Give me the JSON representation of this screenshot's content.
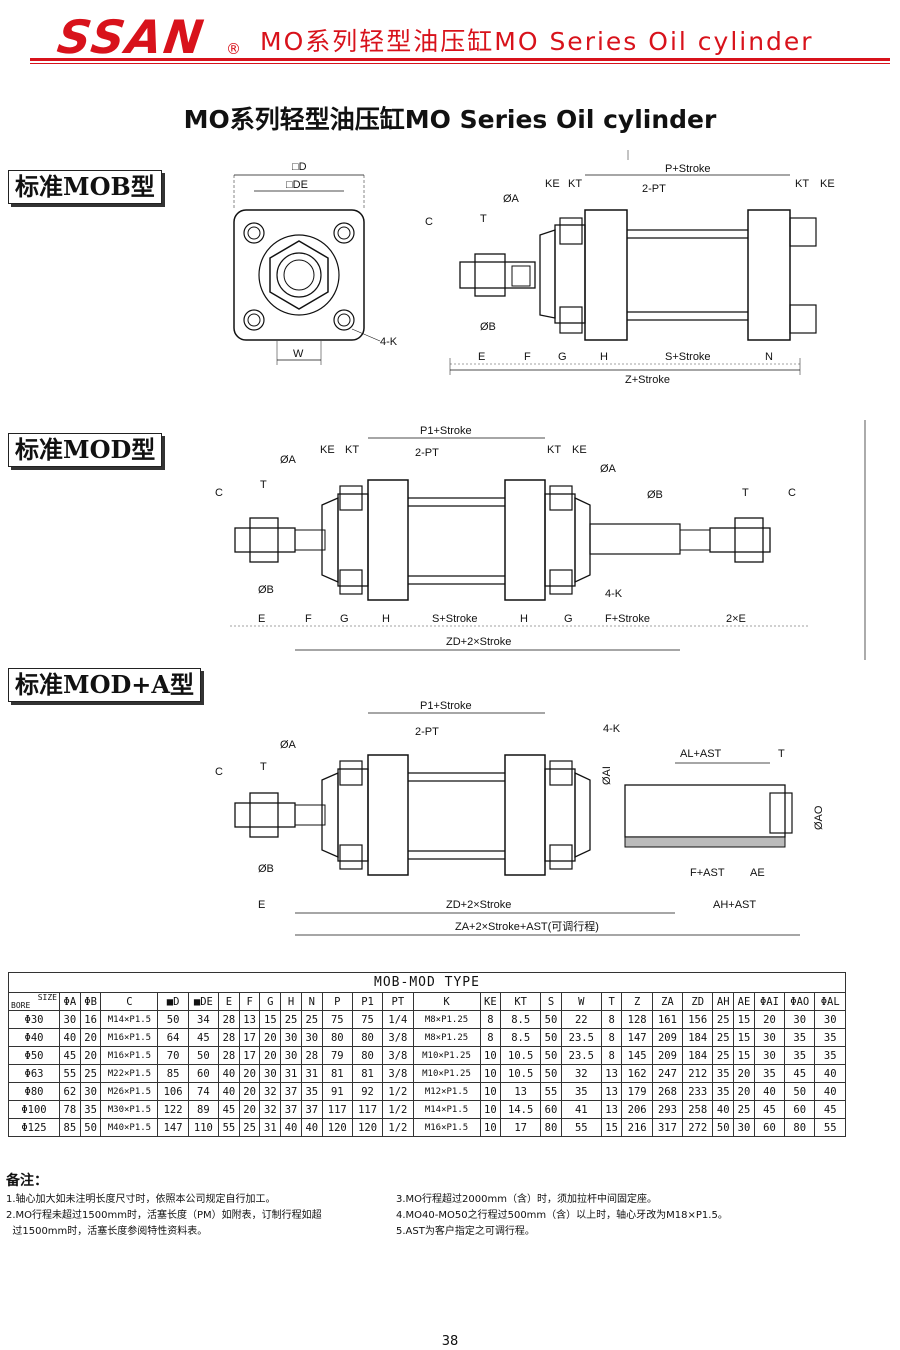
{
  "header": {
    "logo": "SSAN",
    "registered": "®",
    "title": "MO系列轻型油压缸MO Series Oil cylinder"
  },
  "main_title": "MO系列轻型油压缸MO Series Oil cylinder",
  "sections": [
    {
      "label": "标准MOB型"
    },
    {
      "label": "标准MOD型"
    },
    {
      "label": "标准MOD+A型"
    }
  ],
  "diagram_mob": {
    "front": {
      "d": "□D",
      "de": "□DE",
      "w": "W",
      "k": "4-K"
    },
    "side": {
      "c": "C",
      "t": "T",
      "oa": "ØA",
      "ob": "ØB",
      "ke": "KE",
      "kt": "KT",
      "ke2": "KE",
      "kt2": "KT",
      "pt": "2-PT",
      "p": "P+Stroke",
      "e": "E",
      "f": "F",
      "g": "G",
      "h": "H",
      "s": "S+Stroke",
      "n": "N",
      "z": "Z+Stroke"
    }
  },
  "diagram_mod": {
    "c": "C",
    "t": "T",
    "oa": "ØA",
    "ke": "KE",
    "kt": "KT",
    "p1": "P1+Stroke",
    "pt": "2-PT",
    "kt2": "KT",
    "ke2": "KE",
    "oa2": "ØA",
    "ob2": "ØB",
    "t2": "T",
    "c2": "C",
    "ob": "ØB",
    "k": "4-K",
    "e": "E",
    "f": "F",
    "g": "G",
    "h": "H",
    "s": "S+Stroke",
    "h2": "H",
    "g2": "G",
    "fs": "F+Stroke",
    "e2": "2×E",
    "zd": "ZD+2×Stroke"
  },
  "diagram_moda": {
    "c": "C",
    "t": "T",
    "oa": "ØA",
    "p1": "P1+Stroke",
    "pt": "2-PT",
    "k": "4-K",
    "oai": "ØAI",
    "al": "AL+AST",
    "t2": "T",
    "oao": "ØAO",
    "ob": "ØB",
    "fa": "F+AST",
    "ae": "AE",
    "e": "E",
    "zd": "ZD+2×Stroke",
    "ah": "AH+AST",
    "za": "ZA+2×Stroke+AST(可调行程)"
  },
  "table": {
    "title": "MOB-MOD TYPE",
    "size_label": "SIZE",
    "bore_label": "BORE",
    "columns": [
      "ΦA",
      "ΦB",
      "C",
      "■D",
      "■DE",
      "E",
      "F",
      "G",
      "H",
      "N",
      "P",
      "P1",
      "PT",
      "K",
      "KE",
      "KT",
      "S",
      "W",
      "T",
      "Z",
      "ZA",
      "ZD",
      "AH",
      "AE",
      "ΦAI",
      "ΦAO",
      "ΦAL"
    ],
    "rows": [
      [
        "Φ30",
        "30",
        "16",
        "M14×P1.5",
        "50",
        "34",
        "28",
        "13",
        "15",
        "25",
        "25",
        "75",
        "75",
        "1/4",
        "M8×P1.25",
        "8",
        "8.5",
        "50",
        "22",
        "8",
        "128",
        "161",
        "156",
        "25",
        "15",
        "20",
        "30",
        "30"
      ],
      [
        "Φ40",
        "40",
        "20",
        "M16×P1.5",
        "64",
        "45",
        "28",
        "17",
        "20",
        "30",
        "30",
        "80",
        "80",
        "3/8",
        "M8×P1.25",
        "8",
        "8.5",
        "50",
        "23.5",
        "8",
        "147",
        "209",
        "184",
        "25",
        "15",
        "30",
        "35",
        "35"
      ],
      [
        "Φ50",
        "45",
        "20",
        "M16×P1.5",
        "70",
        "50",
        "28",
        "17",
        "20",
        "30",
        "28",
        "79",
        "80",
        "3/8",
        "M10×P1.25",
        "10",
        "10.5",
        "50",
        "23.5",
        "8",
        "145",
        "209",
        "184",
        "25",
        "15",
        "30",
        "35",
        "35"
      ],
      [
        "Φ63",
        "55",
        "25",
        "M22×P1.5",
        "85",
        "60",
        "40",
        "20",
        "30",
        "31",
        "31",
        "81",
        "81",
        "3/8",
        "M10×P1.25",
        "10",
        "10.5",
        "50",
        "32",
        "13",
        "162",
        "247",
        "212",
        "35",
        "20",
        "35",
        "45",
        "40"
      ],
      [
        "Φ80",
        "62",
        "30",
        "M26×P1.5",
        "106",
        "74",
        "40",
        "20",
        "32",
        "37",
        "35",
        "91",
        "92",
        "1/2",
        "M12×P1.5",
        "10",
        "13",
        "55",
        "35",
        "13",
        "179",
        "268",
        "233",
        "35",
        "20",
        "40",
        "50",
        "40"
      ],
      [
        "Φ100",
        "78",
        "35",
        "M30×P1.5",
        "122",
        "89",
        "45",
        "20",
        "32",
        "37",
        "37",
        "117",
        "117",
        "1/2",
        "M14×P1.5",
        "10",
        "14.5",
        "60",
        "41",
        "13",
        "206",
        "293",
        "258",
        "40",
        "25",
        "45",
        "60",
        "45"
      ],
      [
        "Φ125",
        "85",
        "50",
        "M40×P1.5",
        "147",
        "110",
        "55",
        "25",
        "31",
        "40",
        "40",
        "120",
        "120",
        "1/2",
        "M16×P1.5",
        "10",
        "17",
        "80",
        "55",
        "15",
        "216",
        "317",
        "272",
        "50",
        "30",
        "60",
        "80",
        "55"
      ]
    ]
  },
  "notes": {
    "title": "备注：",
    "left": [
      "1.轴心加大如未注明长度尺寸时，依照本公司规定自行加工。",
      "2.MO行程未超过1500mm时，活塞长度（PM）如附表，订制行程如超",
      "  过1500mm时，活塞长度参阅特性资料表。"
    ],
    "right": [
      "3.MO行程超过2000mm（含）时，须加拉杆中间固定座。",
      "4.MO40-MO50之行程过500mm（含）以上时，轴心牙改为M18×P1.5。",
      "5.AST为客户指定之可调行程。"
    ]
  },
  "page_number": "38"
}
